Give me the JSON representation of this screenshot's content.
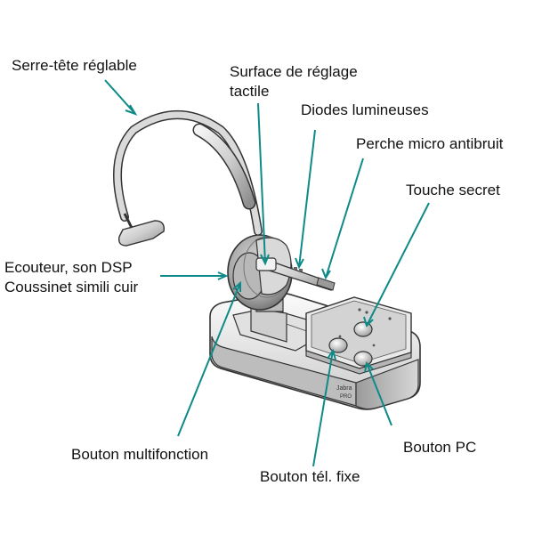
{
  "labels": {
    "headband": "Serre-tête réglable",
    "touch_panel_line1": "Surface de réglage",
    "touch_panel_line2": "tactile",
    "leds": "Diodes lumineuses",
    "boom": "Perche micro antibruit",
    "mute": "Touche secret",
    "earpiece_line1": "Ecouteur, son DSP",
    "earpiece_line2": "Coussinet simili cuir",
    "multifunction": "Bouton multifonction",
    "desk_phone": "Bouton tél. fixe",
    "pc": "Bouton PC"
  },
  "base_brand": "Jabra",
  "base_model": "PRO",
  "colors": {
    "callout": "#0e8a88",
    "text": "#111111",
    "device_light": "#e6e6e6",
    "device_dark": "#8a8a8a",
    "outline": "#333333"
  }
}
